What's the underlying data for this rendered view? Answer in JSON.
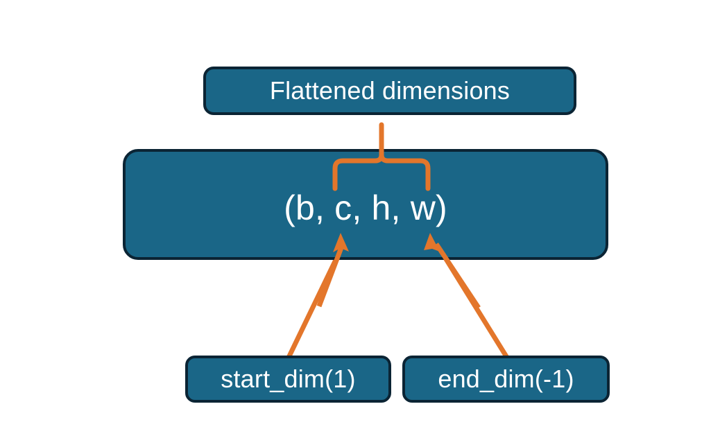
{
  "diagram": {
    "title_text": "Flattened dimensions",
    "tuple_text": "(b, c, h, w)",
    "start_dim_text": "start_dim(1)",
    "end_dim_text": "end_dim(-1)",
    "colors": {
      "box_fill": "#1a6687",
      "box_border": "#0b2434",
      "connector": "#e3762b",
      "text": "#ffffff",
      "background": "#ffffff"
    },
    "nodes": [
      {
        "id": "flattened-dimensions",
        "label": "Flattened dimensions",
        "role": "annotation-box"
      },
      {
        "id": "shape-tuple",
        "label": "(b, c, h, w)",
        "role": "shape-box"
      },
      {
        "id": "start-dim",
        "label": "start_dim(1)",
        "role": "argument-box"
      },
      {
        "id": "end-dim",
        "label": "end_dim(-1)",
        "role": "argument-box"
      }
    ],
    "connectors": [
      {
        "id": "brace-to-flattened",
        "type": "curly-brace",
        "from": "shape-tuple-dims-c-h-w",
        "to": "flattened-dimensions"
      },
      {
        "id": "start-dim-arrow",
        "type": "arrow",
        "from": "start-dim",
        "to": "shape-tuple-dim-c"
      },
      {
        "id": "end-dim-arrow",
        "type": "arrow",
        "from": "end-dim",
        "to": "shape-tuple-dim-w"
      }
    ]
  }
}
